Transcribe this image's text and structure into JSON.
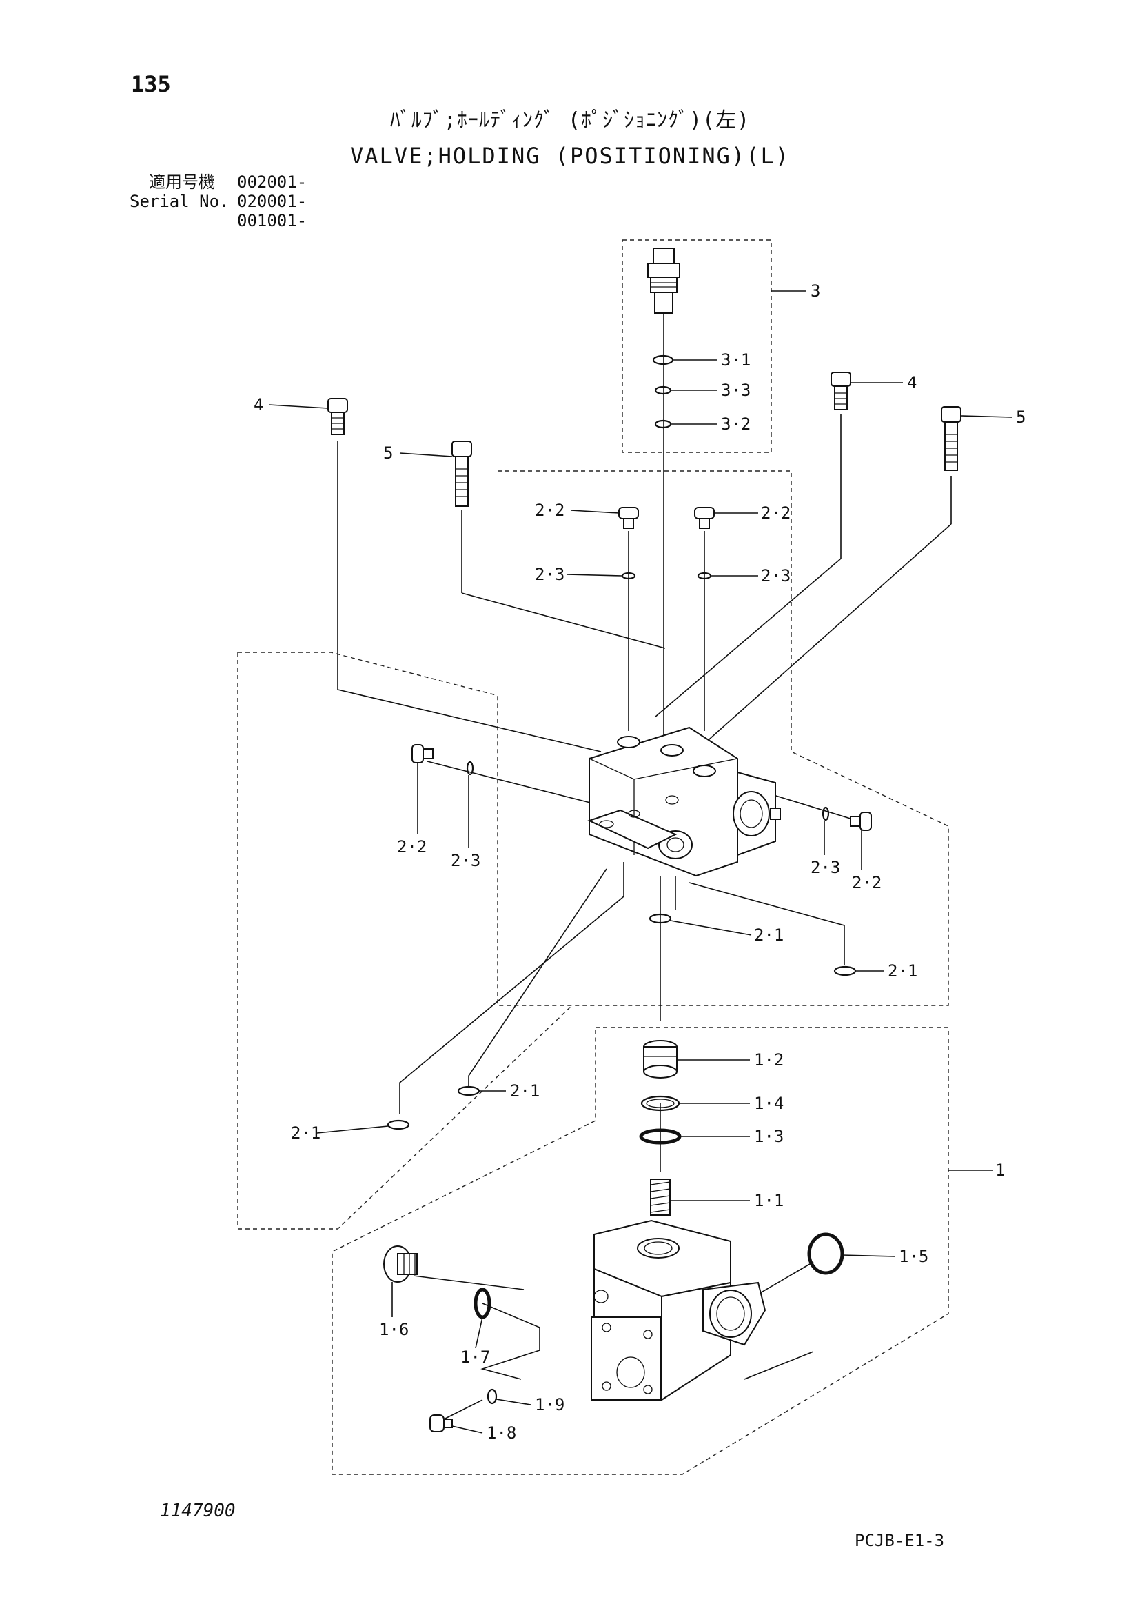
{
  "header": {
    "page_number": "135",
    "title_jp": "ﾊﾞﾙﾌﾞ;ﾎｰﾙﾃﾞｨﾝｸﾞ (ﾎﾟｼﾞｼｮﾆﾝｸﾞ)(左)",
    "title_en": "VALVE;HOLDING (POSITIONING)(L)",
    "serial_label_jp": "適用号機",
    "serial_label_en": "Serial No.",
    "serial_numbers": [
      "002001-",
      "020001-",
      "001001-"
    ]
  },
  "callouts": {
    "c3": "3",
    "c3_1": "3·1",
    "c3_3": "3·3",
    "c3_2": "3·2",
    "c4_left": "4",
    "c4_right": "4",
    "c5_left": "5",
    "c5_right": "5",
    "c2_2_top_left": "2·2",
    "c2_2_top_right": "2·2",
    "c2_3_top_left": "2·3",
    "c2_3_top_right": "2·3",
    "c2_2_side_left": "2·2",
    "c2_3_side_left": "2·3",
    "c2_3_side_right": "2·3",
    "c2_2_side_right": "2·2",
    "c2_1_a": "2·1",
    "c2_1_b": "2·1",
    "c2_1_c": "2·1",
    "c2_1_d": "2·1",
    "c1": "1",
    "c1_2": "1·2",
    "c1_4": "1·4",
    "c1_3": "1·3",
    "c1_1": "1·1",
    "c1_5": "1·5",
    "c1_6": "1·6",
    "c1_7": "1·7",
    "c1_9": "1·9",
    "c1_8": "1·8"
  },
  "footer": {
    "drawing_number": "1147900",
    "page_code": "PCJB-E1-3"
  }
}
